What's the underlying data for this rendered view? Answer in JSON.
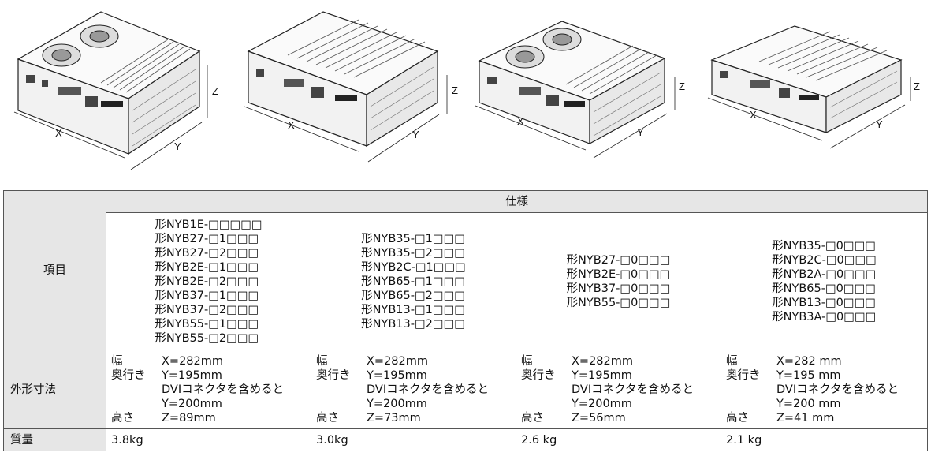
{
  "illustrations": [
    {
      "name": "unit-1",
      "icon": "fan-dual-box-tall-icon",
      "axis_labels": [
        "X",
        "Y",
        "Z"
      ]
    },
    {
      "name": "unit-2",
      "icon": "flat-heatsink-box-icon",
      "axis_labels": [
        "X",
        "Y",
        "Z"
      ]
    },
    {
      "name": "unit-3",
      "icon": "fan-dual-box-medium-icon",
      "axis_labels": [
        "X",
        "Y",
        "Z"
      ]
    },
    {
      "name": "unit-4",
      "icon": "flat-heatsink-box-slim-icon",
      "axis_labels": [
        "X",
        "Y",
        "Z"
      ]
    }
  ],
  "table": {
    "item_header": "項目",
    "spec_header": "仕様",
    "models": [
      [
        "形NYB1E-□□□□□",
        "形NYB27-□1□□□",
        "形NYB27-□2□□□",
        "形NYB2E-□1□□□",
        "形NYB2E-□2□□□",
        "形NYB37-□1□□□",
        "形NYB37-□2□□□",
        "形NYB55-□1□□□",
        "形NYB55-□2□□□"
      ],
      [
        "形NYB35-□1□□□",
        "形NYB35-□2□□□",
        "形NYB2C-□1□□□",
        "形NYB65-□1□□□",
        "形NYB65-□2□□□",
        "形NYB13-□1□□□",
        "形NYB13-□2□□□"
      ],
      [
        "形NYB27-□0□□□",
        "形NYB2E-□0□□□",
        "形NYB37-□0□□□",
        "形NYB55-□0□□□"
      ],
      [
        "形NYB35-□0□□□",
        "形NYB2C-□0□□□",
        "形NYB2A-□0□□□",
        "形NYB65-□0□□□",
        "形NYB13-□0□□□",
        "形NYB3A-□0□□□"
      ]
    ],
    "dimensions_label": "外形寸法",
    "dimensions": [
      {
        "w_label": "幅",
        "w": "X=282mm",
        "d_label": "奥行き",
        "d": "Y=195mm",
        "dvi_note": "DVIコネクタを含めると",
        "dvi": "Y=200mm",
        "h_label": "高さ",
        "h": "Z=89mm"
      },
      {
        "w_label": "幅",
        "w": "X=282mm",
        "d_label": "奥行き",
        "d": "Y=195mm",
        "dvi_note": "DVIコネクタを含めると",
        "dvi": "Y=200mm",
        "h_label": "高さ",
        "h": "Z=73mm"
      },
      {
        "w_label": "幅",
        "w": "X=282mm",
        "d_label": "奥行き",
        "d": "Y=195mm",
        "dvi_note": "DVIコネクタを含めると",
        "dvi": "Y=200mm",
        "h_label": "高さ",
        "h": "Z=56mm"
      },
      {
        "w_label": "幅",
        "w": "X=282 mm",
        "d_label": "奥行き",
        "d": "Y=195 mm",
        "dvi_note": "DVIコネクタを含めると",
        "dvi": "Y=200 mm",
        "h_label": "高さ",
        "h": "Z=41 mm"
      }
    ],
    "mass_label": "質量",
    "mass": [
      "3.8kg",
      "3.0kg",
      "2.6 kg",
      "2.1 kg"
    ]
  }
}
